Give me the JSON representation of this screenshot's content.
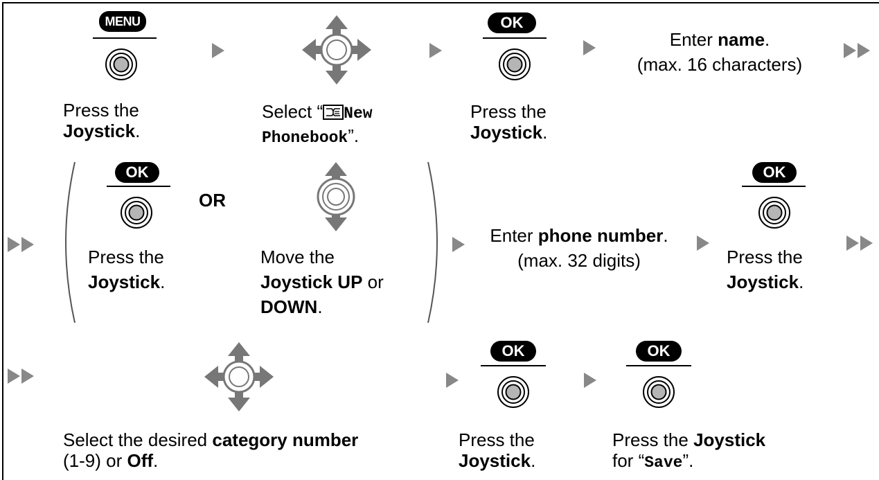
{
  "colors": {
    "arrow": "#888888",
    "pad": "#777777",
    "pill": "#000000"
  },
  "row1": {
    "menu_label": "MENU",
    "step1_line1": "Press the",
    "step1_bold": "Joystick",
    "step1_end": ".",
    "step2_pre": "Select “",
    "step2_icon": "phonebook-icon",
    "step2_mono1": "New",
    "step2_mono2": "Phonebook",
    "step2_end": "”.",
    "ok_label": "OK",
    "step3_line1": "Press the",
    "step3_bold": "Joystick",
    "step3_end": ".",
    "enter_pre": "Enter ",
    "enter_bold": "name",
    "enter_end": ".",
    "enter_line2": "(max. 16 characters)"
  },
  "row2": {
    "ok_label": "OK",
    "left_line1": "Press the",
    "left_bold": "Joystick",
    "left_end": ".",
    "or_label": "OR",
    "move_line1": "Move the",
    "move_bold1": "Joystick UP",
    "move_mid": " or",
    "move_bold2": "DOWN",
    "move_end": ".",
    "phone_pre": "Enter ",
    "phone_bold": "phone number",
    "phone_end": ".",
    "phone_line2": "(max. 32 digits)",
    "ok2_label": "OK",
    "right_line1": "Press the",
    "right_bold": "Joystick",
    "right_end": "."
  },
  "row3": {
    "cat_pre": "Select the desired ",
    "cat_bold": "category number",
    "cat_line2_pre": "(1-9) or ",
    "cat_line2_bold": "Off",
    "cat_line2_end": ".",
    "ok_label": "OK",
    "press_line1": "Press the",
    "press_bold": "Joystick",
    "press_end": ".",
    "ok2_label": "OK",
    "save_pre": "Press the ",
    "save_bold": "Joystick",
    "save_line2_pre": "for “",
    "save_mono": "Save",
    "save_line2_end": "”."
  }
}
